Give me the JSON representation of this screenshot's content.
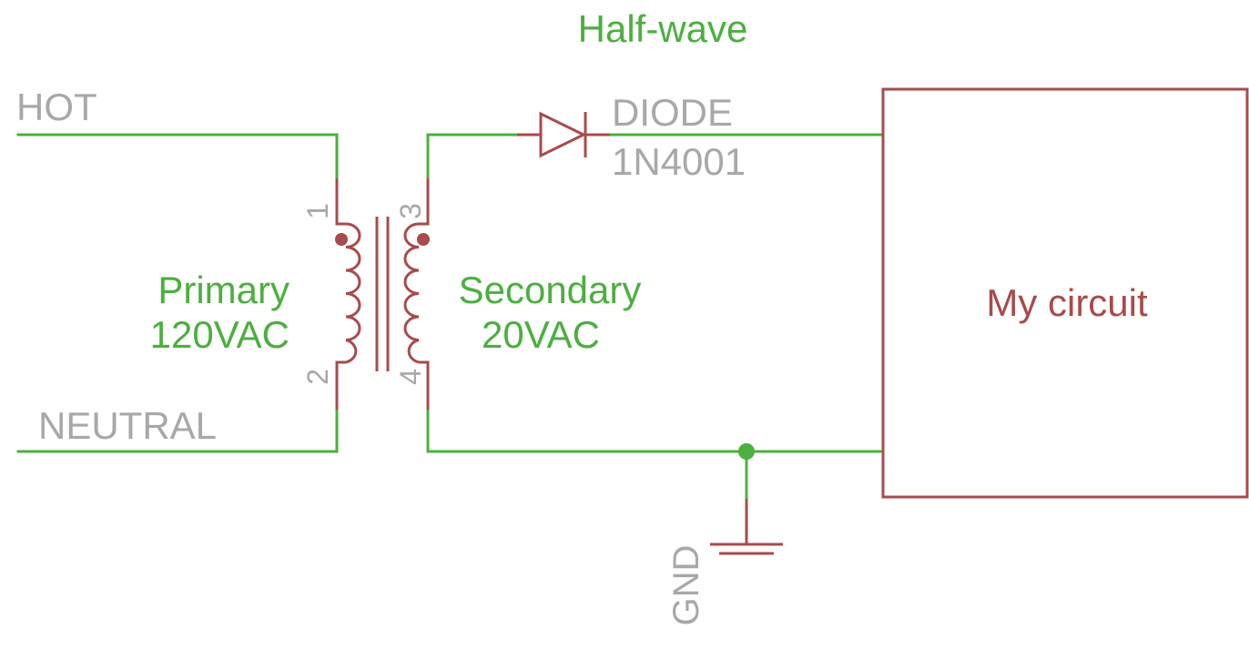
{
  "title": "Half-wave",
  "labels": {
    "hot": "HOT",
    "neutral": "NEUTRAL",
    "diode_name": "DIODE",
    "diode_part": "1N4001",
    "primary_name": "Primary",
    "primary_voltage": "120VAC",
    "secondary_name": "Secondary",
    "secondary_voltage": "20VAC",
    "circuit": "My circuit",
    "gnd": "GND"
  },
  "pins": {
    "p1": "1",
    "p2": "2",
    "p3": "3",
    "p4": "4"
  },
  "colors": {
    "wire": "#4caf3f",
    "component": "#a84b4b",
    "label_gray": "#a8a8a8",
    "label_green": "#4caf3f",
    "label_red": "#a84b4b"
  }
}
